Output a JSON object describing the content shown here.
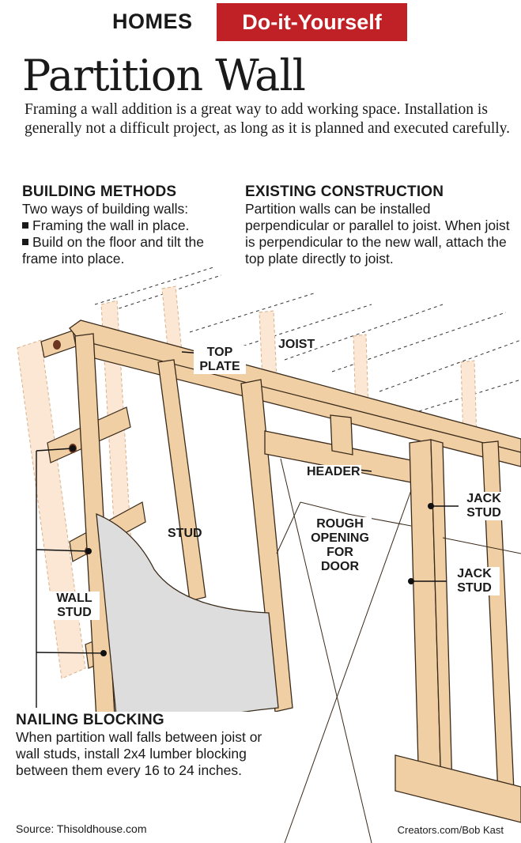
{
  "header": {
    "section": "HOMES",
    "badge": "Do-it-Yourself",
    "badge_color": "#c02126"
  },
  "title": "Partition Wall",
  "intro": "Framing a wall addition is a great way to add working space. Installation is generally not a difficult project, as long as it is planned and executed carefully.",
  "building_methods": {
    "heading": "BUILDING METHODS",
    "lead": "Two ways of building walls:",
    "items": [
      "Framing the wall in place.",
      "Build on the floor and tilt the frame into place."
    ]
  },
  "existing_construction": {
    "heading": "EXISTING CONSTRUCTION",
    "text": "Partition walls can be installed perpendicular or parallel to joist. When joist is perpendicular to the new wall, attach the top plate directly to joist."
  },
  "labels": {
    "top_plate": "TOP PLATE",
    "joist": "JOIST",
    "header": "HEADER",
    "stud": "STUD",
    "rough_opening": "ROUGH OPENING FOR DOOR",
    "jack_stud_1": "JACK STUD",
    "jack_stud_2": "JACK STUD",
    "wall_stud": "WALL STUD"
  },
  "nailing_blocking": {
    "heading": "NAILING BLOCKING",
    "text": "When partition wall falls between joist or wall studs, install 2x4 lumber blocking between them every 16 to 24 inches."
  },
  "footer": {
    "source": "Source: Thisoldhouse.com",
    "credit": "Creators.com/Bob Kast"
  },
  "colors": {
    "wood": "#f0cfa4",
    "wood_edge": "#3a2a1a",
    "ghost_wood": "#fbe7d3",
    "drywall": "#dddddd"
  }
}
